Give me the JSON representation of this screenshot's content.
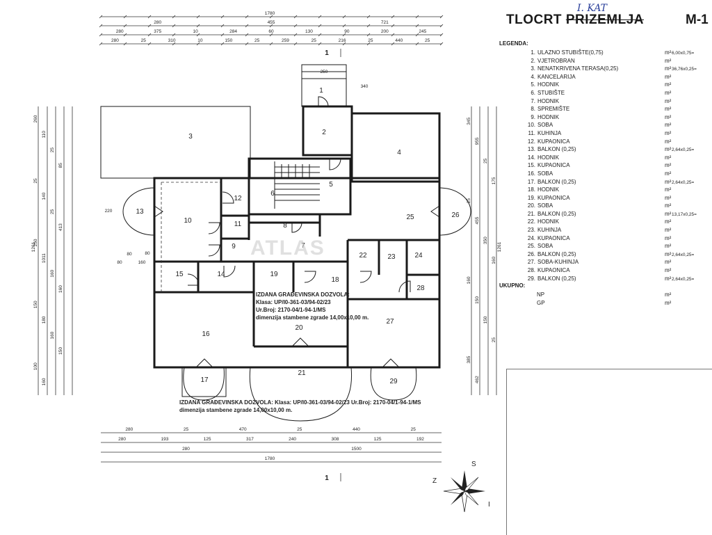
{
  "title": {
    "main_prefix": "TLOCRT ",
    "struck": "PRIZEMLJA",
    "handwritten": "I. KAT",
    "code": "M-1"
  },
  "legend": {
    "heading": "LEGENDA:",
    "items": [
      {
        "n": "1.",
        "label": "ULAZNO STUBIŠTE(0,75)",
        "unit": "m²",
        "value": "6,00x0,75="
      },
      {
        "n": "2.",
        "label": "VJETROBRAN",
        "unit": "m²",
        "value": ""
      },
      {
        "n": "3.",
        "label": "NENATKRIVENA TERASA(0,25)",
        "unit": "m²",
        "value": "36,76x0,25="
      },
      {
        "n": "4.",
        "label": "KANCELARIJA",
        "unit": "m²",
        "value": ""
      },
      {
        "n": "5.",
        "label": "HODNIK",
        "unit": "m²",
        "value": ""
      },
      {
        "n": "6.",
        "label": "STUBIŠTE",
        "unit": "m²",
        "value": ""
      },
      {
        "n": "7.",
        "label": "HODNIK",
        "unit": "m²",
        "value": ""
      },
      {
        "n": "8.",
        "label": "SPREMIŠTE",
        "unit": "m²",
        "value": ""
      },
      {
        "n": "9.",
        "label": "HODNIK",
        "unit": "m²",
        "value": ""
      },
      {
        "n": "10.",
        "label": "SOBA",
        "unit": "m²",
        "value": ""
      },
      {
        "n": "11.",
        "label": "KUHINJA",
        "unit": "m²",
        "value": ""
      },
      {
        "n": "12.",
        "label": "KUPAONICA",
        "unit": "m²",
        "value": ""
      },
      {
        "n": "13.",
        "label": "BALKON (0,25)",
        "unit": "m²",
        "value": "2,64x0,25="
      },
      {
        "n": "14.",
        "label": "HODNIK",
        "unit": "m²",
        "value": ""
      },
      {
        "n": "15.",
        "label": "KUPAONICA",
        "unit": "m²",
        "value": ""
      },
      {
        "n": "16.",
        "label": "SOBA",
        "unit": "m²",
        "value": ""
      },
      {
        "n": "17.",
        "label": "BALKON (0,25)",
        "unit": "m²",
        "value": "2,64x0,25="
      },
      {
        "n": "18.",
        "label": "HODNIK",
        "unit": "m²",
        "value": ""
      },
      {
        "n": "19.",
        "label": "KUPAONICA",
        "unit": "m²",
        "value": ""
      },
      {
        "n": "20.",
        "label": "SOBA",
        "unit": "m²",
        "value": ""
      },
      {
        "n": "21.",
        "label": "BALKON (0,25)",
        "unit": "m²",
        "value": "13,17x0,25="
      },
      {
        "n": "22.",
        "label": "HODNIK",
        "unit": "m²",
        "value": ""
      },
      {
        "n": "23.",
        "label": "KUHINJA",
        "unit": "m²",
        "value": ""
      },
      {
        "n": "24.",
        "label": "KUPAONICA",
        "unit": "m²",
        "value": ""
      },
      {
        "n": "25.",
        "label": "SOBA",
        "unit": "m²",
        "value": ""
      },
      {
        "n": "26.",
        "label": "BALKON (0,25)",
        "unit": "m²",
        "value": "2,64x0,25="
      },
      {
        "n": "27.",
        "label": "SOBA-KUHINJA",
        "unit": "m²",
        "value": ""
      },
      {
        "n": "28.",
        "label": "KUPAONICA",
        "unit": "m²",
        "value": ""
      },
      {
        "n": "29.",
        "label": "BALKON (0,25)",
        "unit": "m²",
        "value": "2,64x0,25="
      }
    ]
  },
  "totals": {
    "heading": "UKUPNO:",
    "rows": [
      {
        "label": "NP",
        "unit": "m²"
      },
      {
        "label": "GP",
        "unit": "m²"
      }
    ]
  },
  "permit_box": {
    "line1": "IZDANA GRAĐEVINSKA DOZVOLA:",
    "line2": "Klasa: UP/I0-361-03/94-02/23",
    "line3": "Ur.Broj: 2170-04/1-94-1/MS",
    "line4": "dimenzija stambene zgrade 14,00x10,00 m."
  },
  "permit_line": {
    "line1": "IZDANA GRAĐEVINSKA DOZVOLA: Klasa: UP/I0-361-03/94-02/23 Ur.Broj: 2170-04/1-94-1/MS",
    "line2": "dimenzija stambene zgrade 14,00x10,00 m."
  },
  "watermark": "ATLAS",
  "section_marker": "1",
  "compass": {
    "n": "S",
    "w": "Z",
    "e": "I"
  },
  "rooms": [
    "1",
    "2",
    "3",
    "4",
    "5",
    "6",
    "7",
    "8",
    "9",
    "10",
    "11",
    "12",
    "13",
    "14",
    "15",
    "16",
    "17",
    "18",
    "19",
    "20",
    "21",
    "22",
    "23",
    "24",
    "25",
    "26",
    "27",
    "28",
    "29"
  ],
  "dims": {
    "top_total": "1780",
    "top_row2": [
      "280",
      "455",
      "721"
    ],
    "top_row3": [
      "280",
      "375",
      "10",
      "284",
      "60",
      "130",
      "90",
      "200",
      "245"
    ],
    "top_row4": [
      "280",
      "25",
      "310",
      "10",
      "150",
      "25",
      "259",
      "25",
      "216",
      "25",
      "440",
      "25"
    ],
    "bottom_row1": [
      "280",
      "25",
      "470",
      "25",
      "440",
      "25"
    ],
    "bottom_row2": [
      "280",
      "193",
      "125",
      "317",
      "240",
      "308",
      "125",
      "192"
    ],
    "bottom_row3": [
      "280",
      "1500"
    ],
    "bottom_total": "1780",
    "left_total": "1261",
    "left_row": [
      "260",
      "110",
      "25",
      "85",
      "25",
      "140",
      "25",
      "413",
      "250",
      "1011",
      "160",
      "160",
      "150",
      "180",
      "160",
      "150",
      "100",
      "160"
    ],
    "right_total": "1261",
    "right_row": [
      "345",
      "955",
      "25",
      "175",
      "25",
      "455",
      "350",
      "160",
      "160",
      "150",
      "150",
      "25",
      "385",
      "462"
    ],
    "misc": [
      "250",
      "340",
      "220",
      "80",
      "80",
      "160",
      "80"
    ]
  }
}
